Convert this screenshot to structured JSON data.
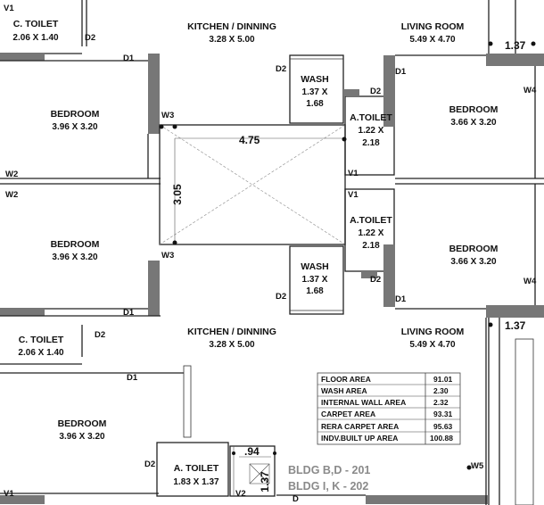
{
  "rooms": {
    "c_toilet_top": {
      "name": "C. TOILET",
      "dim": "2.06 X 1.40"
    },
    "kitchen_top": {
      "name": "KITCHEN / DINNING",
      "dim": "3.28 X 5.00"
    },
    "living_top": {
      "name": "LIVING ROOM",
      "dim": "5.49 X 4.70"
    },
    "wash_top": {
      "name": "WASH",
      "dim1": "1.37 X",
      "dim2": "1.68"
    },
    "atoilet_top": {
      "name": "A.TOILET",
      "dim1": "1.22 X",
      "dim2": "2.18"
    },
    "bedroom_tl": {
      "name": "BEDROOM",
      "dim": "3.96 X 3.20"
    },
    "bedroom_tr": {
      "name": "BEDROOM",
      "dim": "3.66 X 3.20"
    },
    "bedroom_ml": {
      "name": "BEDROOM",
      "dim": "3.96 X 3.20"
    },
    "bedroom_mr": {
      "name": "BEDROOM",
      "dim": "3.66 X 3.20"
    },
    "atoilet_mid": {
      "name": "A.TOILET",
      "dim1": "1.22 X",
      "dim2": "2.18"
    },
    "wash_mid": {
      "name": "WASH",
      "dim1": "1.37 X",
      "dim2": "1.68"
    },
    "c_toilet_bot": {
      "name": "C. TOILET",
      "dim": "2.06 X 1.40"
    },
    "kitchen_bot": {
      "name": "KITCHEN / DINNING",
      "dim": "3.28 X 5.00"
    },
    "living_bot": {
      "name": "LIVING ROOM",
      "dim": "5.49 X 4.70"
    },
    "bedroom_bl": {
      "name": "BEDROOM",
      "dim": "3.96 X 3.20"
    },
    "atoilet_bot": {
      "name": "A. TOILET",
      "dim": "1.83 X 1.37"
    }
  },
  "labels": {
    "v1": "V1",
    "v2": "V2",
    "d": "D",
    "d1": "D1",
    "d2": "D2",
    "w2": "W2",
    "w3": "W3",
    "w4": "W4",
    "w5": "W5"
  },
  "dimensions": {
    "duct_width": "4.75",
    "duct_height": "3.05",
    "right_top": "1.37",
    "right_mid": "1.37",
    "small_h": ".94",
    "small_v": "1.37"
  },
  "area_table": [
    {
      "label": "FLOOR AREA",
      "value": "91.01"
    },
    {
      "label": "WASH AREA",
      "value": "2.30"
    },
    {
      "label": "INTERNAL WALL AREA",
      "value": "2.32"
    },
    {
      "label": "CARPET AREA",
      "value": "93.31"
    },
    {
      "label": "RERA CARPET AREA",
      "value": "95.63"
    },
    {
      "label": "INDV.BUILT UP AREA",
      "value": "100.88"
    }
  ],
  "buildings": [
    "BLDG B,D - 201",
    "BLDG I, K  - 202"
  ]
}
